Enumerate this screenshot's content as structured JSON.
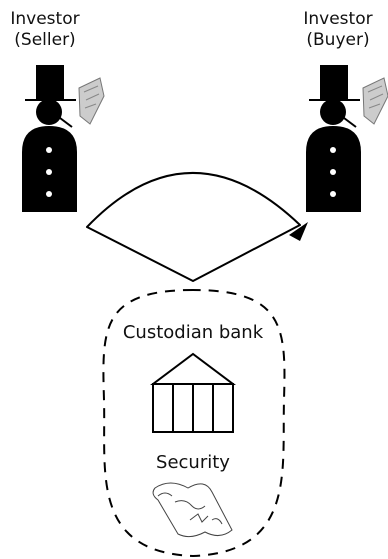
{
  "seller": {
    "line1": "Investor",
    "line2": "(Seller)"
  },
  "buyer": {
    "line1": "Investor",
    "line2": "(Buyer)"
  },
  "custodian": {
    "label": "Custodian bank"
  },
  "security": {
    "label": "Security"
  }
}
